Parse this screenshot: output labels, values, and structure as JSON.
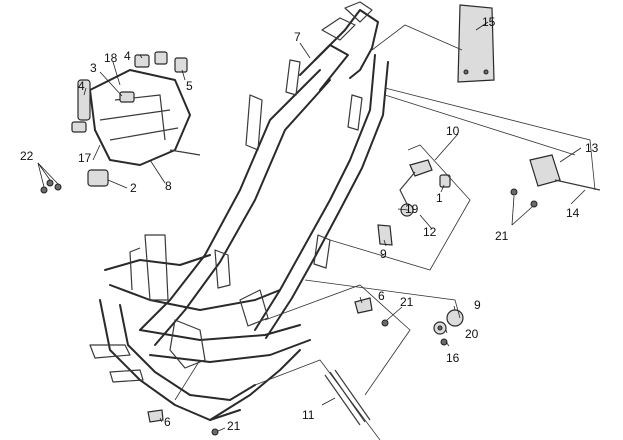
{
  "callouts": {
    "c1": "1",
    "c2": "2",
    "c3": "3",
    "c4a": "4",
    "c4b": "4",
    "c5": "5",
    "c6a": "6",
    "c6b": "6",
    "c7": "7",
    "c8": "8",
    "c9a": "9",
    "c9b": "9",
    "c10": "10",
    "c11": "11",
    "c12": "12",
    "c13": "13",
    "c14": "14",
    "c15": "15",
    "c16": "16",
    "c17": "17",
    "c18": "18",
    "c19": "19",
    "c20": "20",
    "c21a": "21",
    "c21b": "21",
    "c21c": "21",
    "c22": "22"
  },
  "colors": {
    "line": "#2a2a2a",
    "fill": "#dcdcdc",
    "background": "#ffffff"
  }
}
